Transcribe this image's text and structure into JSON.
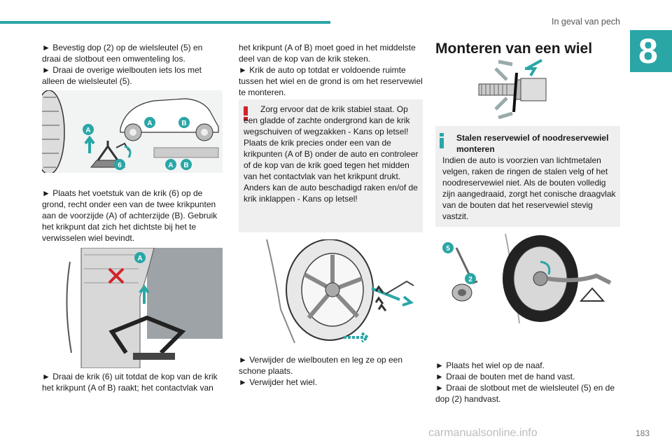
{
  "header": {
    "section": "In geval van pech",
    "chapter": "8"
  },
  "col1": {
    "p1": "► Bevestig dop (2) op de wielsleutel (5) en draai de slotbout een omwenteling los.",
    "p2": "► Draai de overige wielbouten iets los met alleen de wielsleutel (5).",
    "p3": "► Plaats het voetstuk van de krik (6) op de grond, recht onder een van de twee krikpunten aan de voorzijde (A) of achterzijde (B). Gebruik het krikpunt dat zich het dichtste bij het te verwisselen wiel bevindt.",
    "p4": "► Draai de krik (6) uit totdat de kop van de krik het krikpunt (A of B) raakt; het contactvlak van",
    "fig1_labels": [
      "A",
      "B",
      "A",
      "A",
      "B",
      "6"
    ],
    "fig2_label": "A"
  },
  "col2": {
    "p1": "het krikpunt (A of B) moet goed in het middelste deel van de kop van de krik steken.",
    "p2": "► Krik de auto op totdat er voldoende ruimte tussen het wiel en de grond is om het reservewiel te monteren.",
    "warning": "Zorg ervoor dat de krik stabiel staat. Op een gladde of zachte ondergrond kan de krik wegschuiven of wegzakken - Kans op letsel!\nPlaats de krik precies onder een van de krikpunten (A of B) onder de auto en controleer of de kop van de krik goed tegen het midden van het contactvlak van het krikpunt drukt. Anders kan de auto beschadigd raken en/of de krik inklappen - Kans op letsel!",
    "p3": "► Verwijder de wielbouten en leg ze op een schone plaats.",
    "p4": "► Verwijder het wiel."
  },
  "col3": {
    "heading": "Monteren van een wiel",
    "info_title": "Stalen reservewiel of noodreservewiel monteren",
    "info_text": "Indien de auto is voorzien van lichtmetalen velgen, raken de ringen de stalen velg of het noodreservewiel niet. Als de bouten volledig zijn aangedraaid, zorgt het conische draagvlak van de bouten dat het reservewiel stevig vastzit.",
    "fig_labels": [
      "5",
      "2"
    ],
    "p1": "► Plaats het wiel op de naaf.",
    "p2": "► Draai de bouten met de hand vast.",
    "p3": "► Draai de slotbout met de wielsleutel (5) en de dop (2) handvast."
  },
  "footer": {
    "page": "183",
    "watermark": "carmanualsonline.info"
  }
}
